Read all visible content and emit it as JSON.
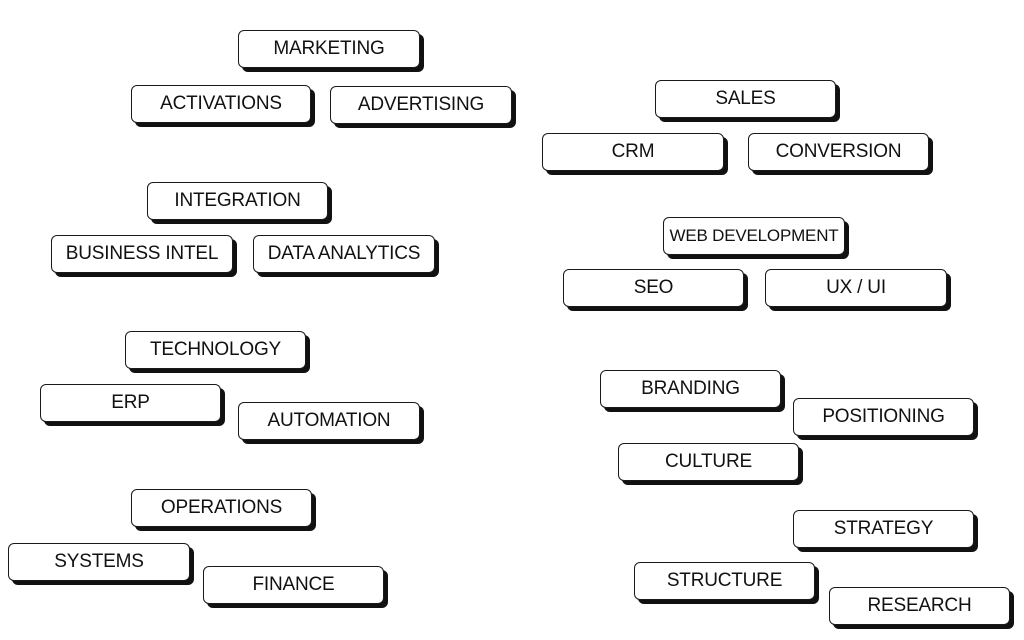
{
  "tags": {
    "marketing": "MARKETING",
    "activations": "ACTIVATIONS",
    "advertising": "ADVERTISING",
    "sales": "SALES",
    "crm": "CRM",
    "conversion": "CONVERSION",
    "integration": "INTEGRATION",
    "business_intel": "BUSINESS INTEL",
    "data_analytics": "DATA ANALYTICS",
    "web_development": "WEB DEVELOPMENT",
    "seo": "SEO",
    "ux_ui": "UX / UI",
    "technology": "TECHNOLOGY",
    "erp": "ERP",
    "automation": "AUTOMATION",
    "branding": "BRANDING",
    "positioning": "POSITIONING",
    "culture": "CULTURE",
    "operations": "OPERATIONS",
    "systems": "SYSTEMS",
    "finance": "FINANCE",
    "strategy": "STRATEGY",
    "structure": "STRUCTURE",
    "research": "RESEARCH"
  },
  "colors": {
    "border": "#1a1a1a",
    "shadow": "#111111",
    "background": "#ffffff",
    "text": "#111111"
  }
}
